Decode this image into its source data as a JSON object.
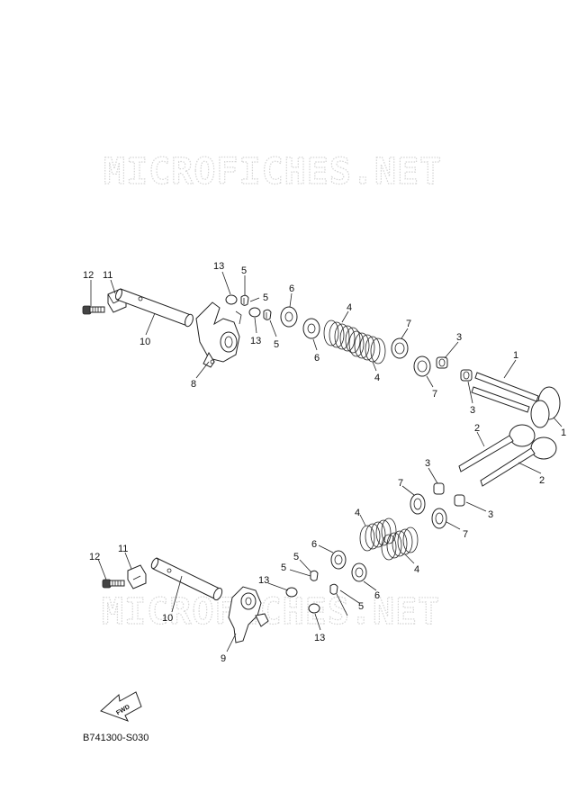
{
  "watermark": "MICROFICHES.NET",
  "diagram_code": "B741300-S030",
  "fwd_label": "FWD",
  "callouts": [
    {
      "id": "c12a",
      "text": "12"
    },
    {
      "id": "c11a",
      "text": "11"
    },
    {
      "id": "c10a",
      "text": "10"
    },
    {
      "id": "c13a",
      "text": "13"
    },
    {
      "id": "c5a",
      "text": "5"
    },
    {
      "id": "c5b",
      "text": "5"
    },
    {
      "id": "c13b",
      "text": "13"
    },
    {
      "id": "c5c",
      "text": "5"
    },
    {
      "id": "c6a",
      "text": "6"
    },
    {
      "id": "c6b",
      "text": "6"
    },
    {
      "id": "c4a",
      "text": "4"
    },
    {
      "id": "c4b",
      "text": "4"
    },
    {
      "id": "c7a",
      "text": "7"
    },
    {
      "id": "c7b",
      "text": "7"
    },
    {
      "id": "c3a",
      "text": "3"
    },
    {
      "id": "c3b",
      "text": "3"
    },
    {
      "id": "c1a",
      "text": "1"
    },
    {
      "id": "c1b",
      "text": "1"
    },
    {
      "id": "c8",
      "text": "8"
    },
    {
      "id": "c2a",
      "text": "2"
    },
    {
      "id": "c2b",
      "text": "2"
    },
    {
      "id": "c3c",
      "text": "3"
    },
    {
      "id": "c3d",
      "text": "3"
    },
    {
      "id": "c7c",
      "text": "7"
    },
    {
      "id": "c7d",
      "text": "7"
    },
    {
      "id": "c4c",
      "text": "4"
    },
    {
      "id": "c4d",
      "text": "4"
    },
    {
      "id": "c6c",
      "text": "6"
    },
    {
      "id": "c6d",
      "text": "6"
    },
    {
      "id": "c5d",
      "text": "5"
    },
    {
      "id": "c5e",
      "text": "5"
    },
    {
      "id": "c5f",
      "text": "5"
    },
    {
      "id": "c13c",
      "text": "13"
    },
    {
      "id": "c13d",
      "text": "13"
    },
    {
      "id": "c12b",
      "text": "12"
    },
    {
      "id": "c11b",
      "text": "11"
    },
    {
      "id": "c10b",
      "text": "10"
    },
    {
      "id": "c9",
      "text": "9"
    }
  ]
}
